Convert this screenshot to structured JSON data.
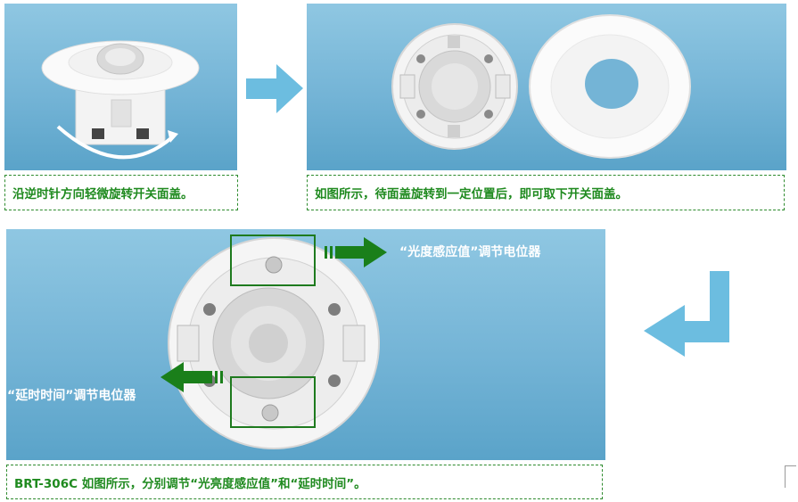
{
  "panels": {
    "step1": {
      "caption": "沿逆时针方向轻微旋转开关面盖。"
    },
    "step2": {
      "caption": "如图所示，待面盖旋转到一定位置后，即可取下开关面盖。"
    },
    "step3": {
      "caption": "BRT-306C 如图所示，分别调节“光亮度感应值”和“延时时间”。",
      "label_light": "“光度感应值”调节电位器",
      "label_delay": "“延时时间”调节电位器"
    }
  },
  "colors": {
    "caption_text": "#1f8a1f",
    "caption_border": "#2e8b2e",
    "flow_arrow": "#6cbde0",
    "pointer_arrow": "#1a7f1a",
    "photo_bg": "#74b4d6"
  },
  "icons": {
    "flow_right": "arrow-right-icon",
    "flow_down_left": "arrow-down-left-icon",
    "pointer_right": "arrow-right-icon",
    "pointer_left": "arrow-left-icon",
    "rotate": "rotate-ccw-icon"
  }
}
